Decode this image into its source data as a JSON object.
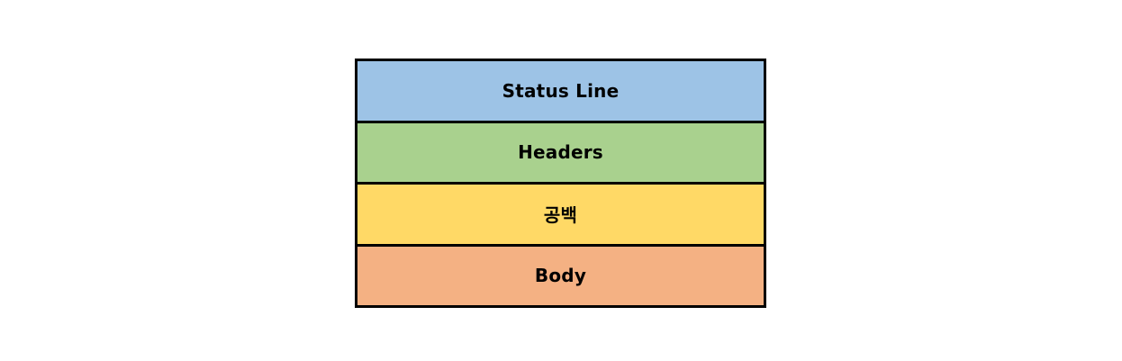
{
  "diagram": {
    "blocks": [
      {
        "label": "Status Line",
        "color": "#9dc3e6"
      },
      {
        "label": "Headers",
        "color": "#a9d18e"
      },
      {
        "label": "공백",
        "color": "#ffd966"
      },
      {
        "label": "Body",
        "color": "#f4b183"
      }
    ]
  }
}
